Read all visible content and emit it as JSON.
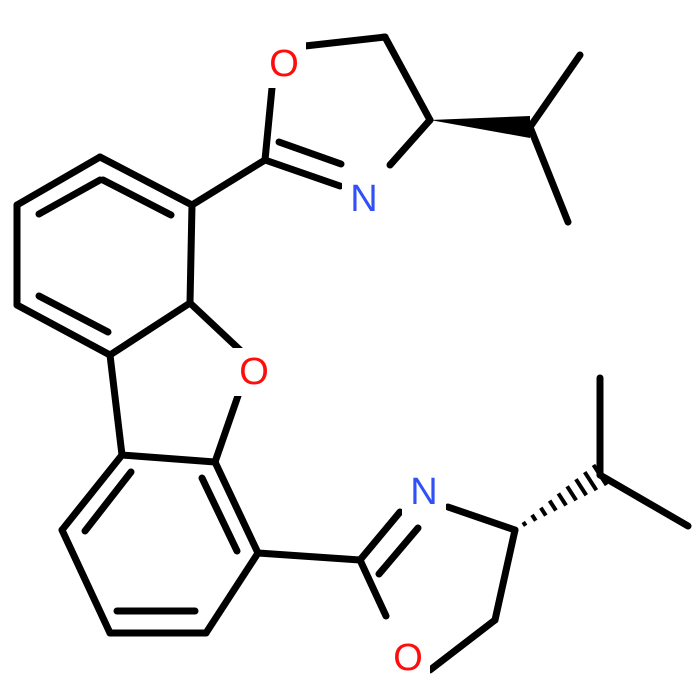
{
  "molecule": {
    "atoms": [
      {
        "id": "o_top",
        "symbol": "O",
        "color": "#ff0d0d"
      },
      {
        "id": "n_top",
        "symbol": "N",
        "color": "#3050f8"
      },
      {
        "id": "o_mid",
        "symbol": "O",
        "color": "#ff0d0d"
      },
      {
        "id": "n_bot",
        "symbol": "N",
        "color": "#3050f8"
      },
      {
        "id": "o_bot",
        "symbol": "O",
        "color": "#ff0d0d"
      }
    ],
    "stereo_bonds": {
      "top": "wedge",
      "bottom": "hash"
    }
  },
  "colors": {
    "bond": "#000000",
    "oxygen": "#ff0d0d",
    "nitrogen": "#3050f8",
    "background": "#ffffff"
  }
}
